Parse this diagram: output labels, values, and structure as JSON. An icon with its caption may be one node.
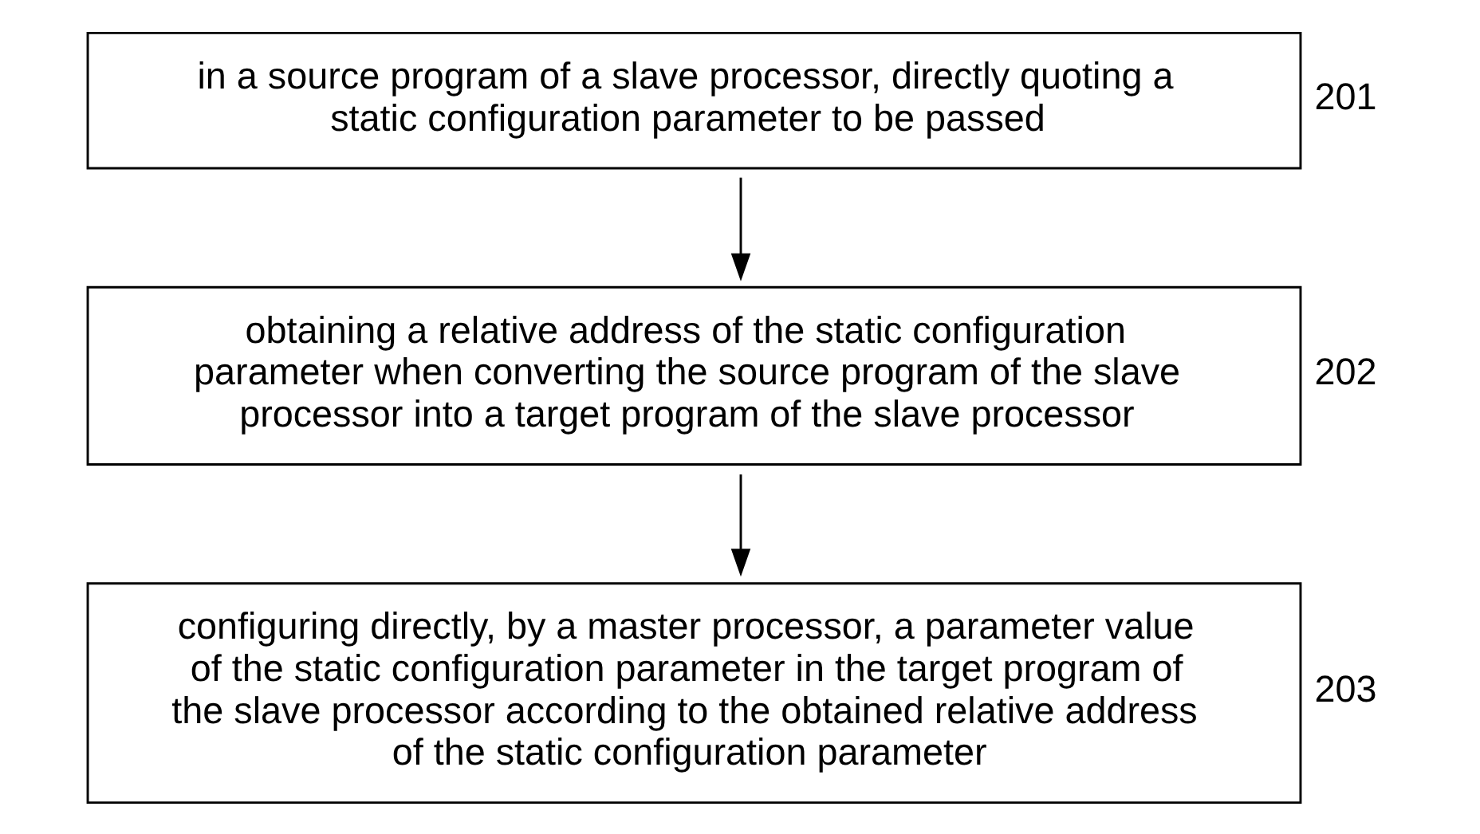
{
  "diagram": {
    "nodes": [
      {
        "text": [
          "in a source program of a slave processor, directly quoting a static configuration parameter to be passed"
        ],
        "beside": [
          "201"
        ]
      },
      {
        "text": [
          "obtaining a relative address of the static configuration parameter when converting the source program of the slave processor into a target program of the slave processor"
        ],
        "beside": [
          "202"
        ]
      },
      {
        "text": [
          "configuring directly, by a master processor, a parameter value of the static configuration parameter in the target program of the slave processor according to the obtained relative address of the static configuration parameter"
        ],
        "beside": [
          "203"
        ]
      }
    ],
    "edges": [
      {
        "from": 0,
        "to": 1,
        "arrow": "to"
      },
      {
        "from": 1,
        "to": 2,
        "arrow": "to"
      }
    ]
  }
}
